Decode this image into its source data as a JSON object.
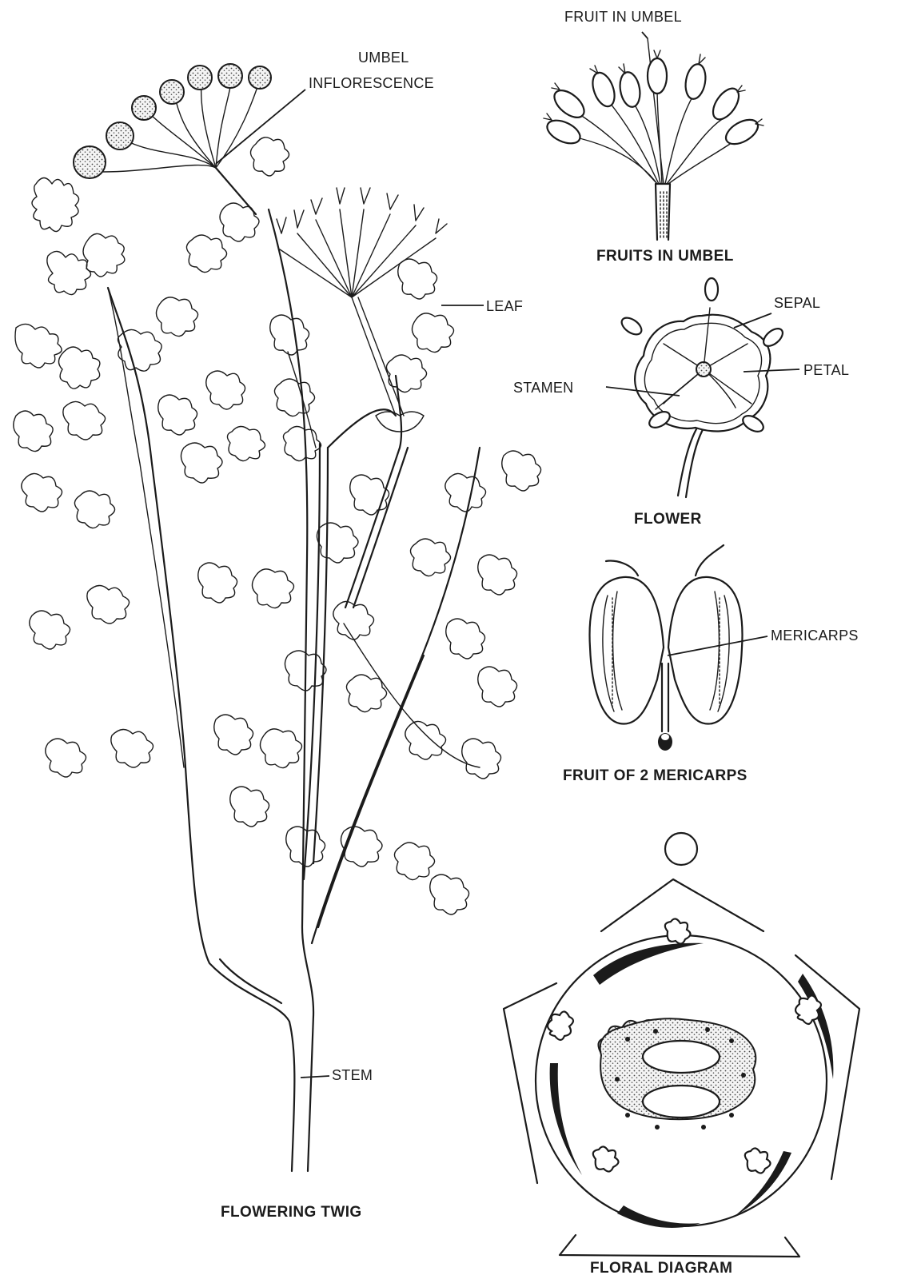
{
  "labels": {
    "umbel_inflorescence": [
      "UMBEL",
      "INFLORESCENCE"
    ],
    "leaf": "LEAF",
    "stem": "STEM",
    "fruit_in_umbel": "FRUIT IN UMBEL",
    "sepal": "SEPAL",
    "petal": "PETAL",
    "stamen": "STAMEN",
    "mericarps": "MERICARPS"
  },
  "captions": {
    "flowering_twig": "FLOWERING TWIG",
    "fruits_in_umbel": "FRUITS IN UMBEL",
    "flower": "FLOWER",
    "fruit_of_mericarps": "FRUIT OF 2  MERICARPS",
    "floral_diagram": "FLORAL DIAGRAM"
  }
}
